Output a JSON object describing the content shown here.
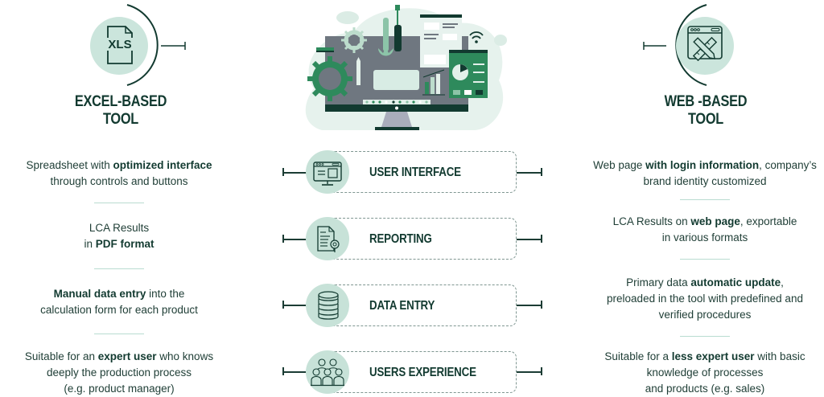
{
  "colors": {
    "dark_green": "#123a30",
    "mint": "#cbe5dc",
    "accent_green": "#2e8a5c",
    "monitor_gray": "#6f7780",
    "dashed_border": "#7f9691"
  },
  "left_tool": {
    "icon": "xls-file-icon",
    "icon_text": "XLS",
    "title_line1": "EXCEL-BASED",
    "title_line2": "TOOL"
  },
  "right_tool": {
    "icon": "web-design-icon",
    "title_line1": "WEB -BASED",
    "title_line2": "TOOL"
  },
  "rows": [
    {
      "label": "USER INTERFACE",
      "icon": "monitor-icon",
      "left": {
        "pre": "Spreadsheet with ",
        "bold": "optimized interface",
        "post": "",
        "line2": "through controls and buttons",
        "line3": ""
      },
      "right": {
        "pre": "Web page ",
        "bold": "with login information",
        "post": ", company’s",
        "line2": "brand identity customized",
        "line3": ""
      }
    },
    {
      "label": "REPORTING",
      "icon": "document-certificate-icon",
      "left": {
        "pre": "LCA Results",
        "bold": "",
        "post": "",
        "line2_pre": "in ",
        "line2_bold": "PDF format",
        "line3": ""
      },
      "right": {
        "pre": "LCA Results on ",
        "bold": "web page",
        "post": ", exportable",
        "line2": "in various formats",
        "line3": ""
      }
    },
    {
      "label": "DATA ENTRY",
      "icon": "database-icon",
      "left": {
        "pre": "",
        "bold": "Manual data entry",
        "post": " into the",
        "line2": "calculation form for each product",
        "line3": ""
      },
      "right": {
        "pre": "Primary data ",
        "bold": "automatic update",
        "post": ",",
        "line2": "preloaded in the tool with predefined and",
        "line3": "verified procedures"
      }
    },
    {
      "label": "USERS EXPERIENCE",
      "icon": "users-group-icon",
      "left": {
        "pre": "Suitable for an ",
        "bold": "expert user",
        "post": " who knows",
        "line2": "deeply the production process",
        "line3": "(e.g. product manager)"
      },
      "right": {
        "pre": "Suitable for a ",
        "bold": "less expert user",
        "post": " with basic",
        "line2": "knowledge of processes",
        "line3": "and products (e.g. sales)"
      }
    }
  ]
}
